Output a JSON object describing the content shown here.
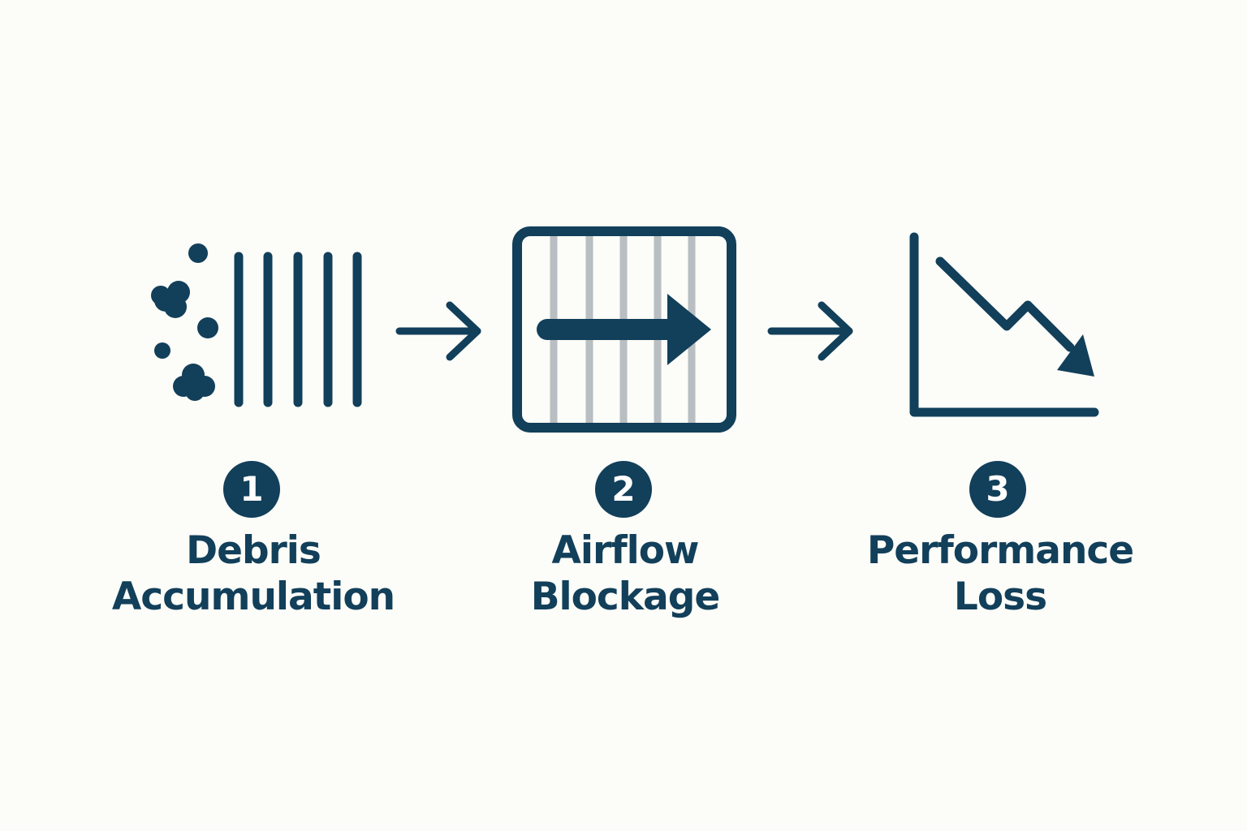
{
  "colors": {
    "background": "#fcfcf8",
    "primary": "#123f5a",
    "filter_grid": "#b8bec1",
    "badge_text": "#ffffff"
  },
  "steps": [
    {
      "number": "1",
      "title_lines": [
        "Debris",
        "Accumulation"
      ],
      "icon": "debris-filter-icon"
    },
    {
      "number": "2",
      "title_lines": [
        "Airflow",
        "Blockage"
      ],
      "icon": "blocked-airflow-icon"
    },
    {
      "number": "3",
      "title_lines": [
        "Performance",
        "Loss"
      ],
      "icon": "declining-chart-icon"
    }
  ],
  "connectors": [
    "right-arrow-icon",
    "right-arrow-icon"
  ]
}
